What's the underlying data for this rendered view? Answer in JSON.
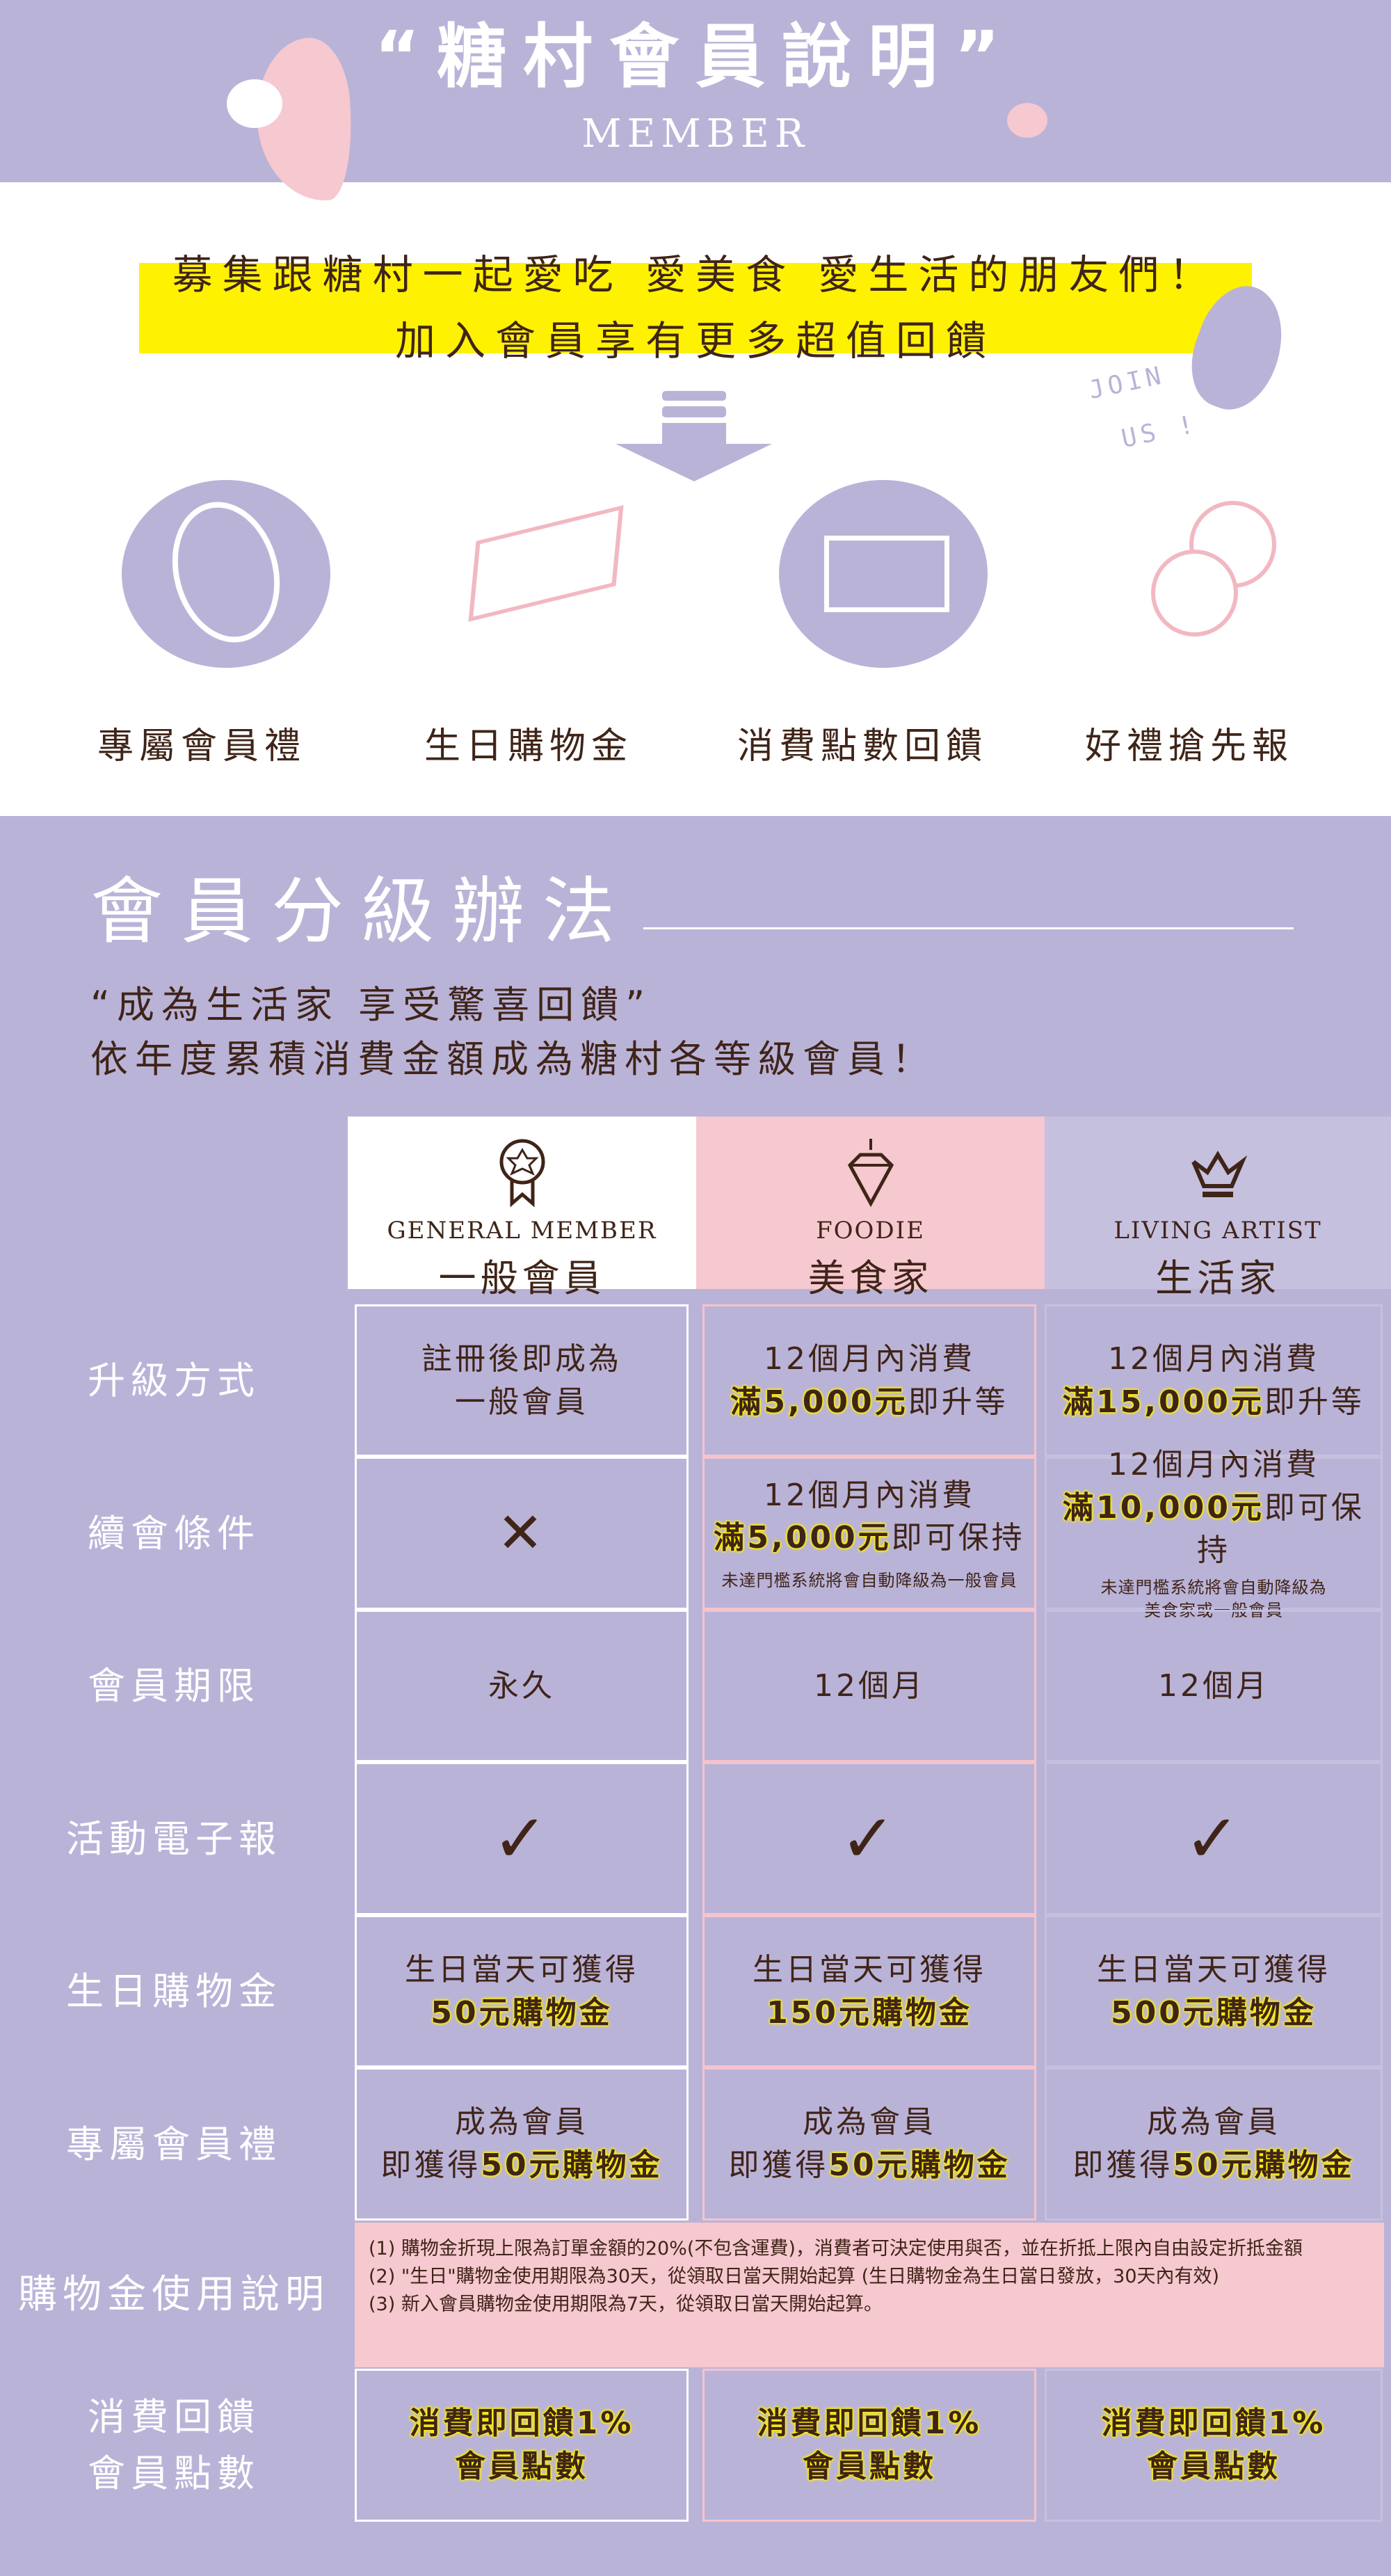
{
  "header": {
    "title": "“糖村會員說明”",
    "subtitle": "MEMBER"
  },
  "intro": {
    "line1": "募集跟糖村一起愛吃 愛美食 愛生活的朋友們！",
    "line2": "加入會員享有更多超值回饋",
    "join": "JOIN",
    "us": "US !"
  },
  "perks": [
    {
      "label": "專屬會員禮",
      "icon": "roll-cake-icon"
    },
    {
      "label": "生日購物金",
      "icon": "cake-slice-icon"
    },
    {
      "label": "消費點數回饋",
      "icon": "layer-cake-icon"
    },
    {
      "label": "好禮搶先報",
      "icon": "cookies-icon"
    }
  ],
  "tiers_section": {
    "title": "會員分級辦法",
    "quote": "“成為生活家 享受驚喜回饋”",
    "desc": "依年度累積消費金額成為糖村各等級會員！"
  },
  "tiers": [
    {
      "en": "GENERAL MEMBER",
      "zh": "一般會員",
      "icon": "medal-icon",
      "bg": "#ffffff"
    },
    {
      "en": "FOODIE",
      "zh": "美食家",
      "icon": "diamond-icon",
      "bg": "#f6c8cf"
    },
    {
      "en": "LIVING ARTIST",
      "zh": "生活家",
      "icon": "crown-icon",
      "bg": "#c6c0df"
    }
  ],
  "rows": {
    "upgrade": {
      "label": "升級方式",
      "c1a": "註冊後即成為",
      "c1b": "一般會員",
      "c2a": "12個月內消費",
      "c2h": "滿5,000元",
      "c2b": "即升等",
      "c3a": "12個月內消費",
      "c3h": "滿15,000元",
      "c3b": "即升等"
    },
    "renew": {
      "label": "續會條件",
      "c1": "✕",
      "c2a": "12個月內消費",
      "c2h": "滿5,000元",
      "c2b": "即可保持",
      "c2n": "未達門檻系統將會自動降級為一般會員",
      "c3a": "12個月內消費",
      "c3h": "滿10,000元",
      "c3b": "即可保持",
      "c3n1": "未達門檻系統將會自動降級為",
      "c3n2": "美食家或一般會員"
    },
    "period": {
      "label": "會員期限",
      "c1": "永久",
      "c2": "12個月",
      "c3": "12個月"
    },
    "newsletter": {
      "label": "活動電子報",
      "mark": "✓"
    },
    "birthday": {
      "label": "生日購物金",
      "a": "生日當天可獲得",
      "c1": "50元購物金",
      "c2": "150元購物金",
      "c3": "500元購物金"
    },
    "gift": {
      "label": "專屬會員禮",
      "a": "成為會員",
      "b": "即獲得",
      "h": "50元購物金"
    },
    "notes": {
      "label": "購物金使用說明",
      "n1": "(1) 購物金折現上限為訂單金額的20%(不包含運費)，消費者可決定使用與否，並在折抵上限內自由設定折抵金額",
      "n2": "(2) \"生日\"購物金使用期限為30天，從領取日當天開始起算 (生日購物金為生日當日發放，30天內有效)",
      "n3": "(3) 新入會員購物金使用期限為7天，從領取日當天開始起算。"
    },
    "points": {
      "label1": "消費回饋",
      "label2": "會員點數",
      "a": "消費即回饋1%",
      "b": "會員點數"
    }
  },
  "colors": {
    "lavender": "#bab3d8",
    "pink": "#f6c8cf",
    "yellow": "#fff200",
    "brown": "#3f2418"
  }
}
